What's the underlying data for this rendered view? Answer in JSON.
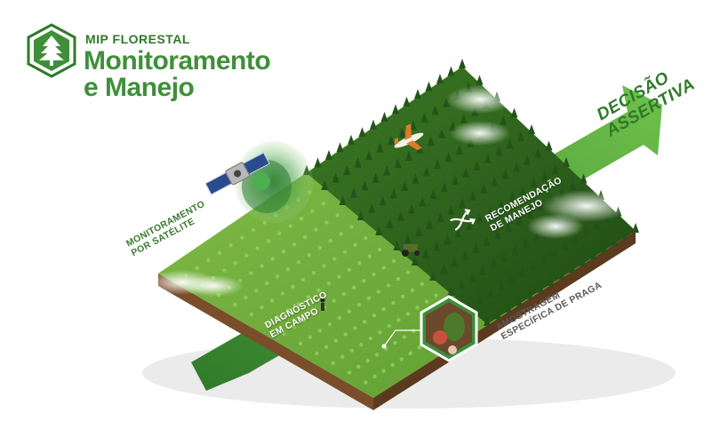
{
  "brand": {
    "subtitle": "MIP FLORESTAL",
    "title_line1": "Monitoramento",
    "title_line2": "e Manejo"
  },
  "callouts": {
    "satellite": [
      "MONITORAMENTO",
      "POR SATÉLITE"
    ],
    "diagnostic": [
      "DIAGNÓSTICO",
      "EM CAMPO"
    ],
    "recommendation": [
      "RECOMENDAÇÃO",
      "DE MANEJO"
    ],
    "sampling": [
      "AMOSTRAGEM",
      "ESPECÍFICA DE PRAGA"
    ]
  },
  "decision": [
    "DECISÃO",
    "ASSERTIVA"
  ],
  "colors": {
    "brand_green": "#3f8f3a",
    "dark_green": "#2f7a2a",
    "grass": "#6fae3b",
    "forest": "#2d5f1e",
    "soil": "#7a4e2a"
  },
  "icons": [
    "forest-logo-icon",
    "satellite-icon",
    "airplane-icon",
    "shuffle-icon",
    "tractor-icon",
    "person-icon",
    "pest-sample-badge-icon"
  ]
}
